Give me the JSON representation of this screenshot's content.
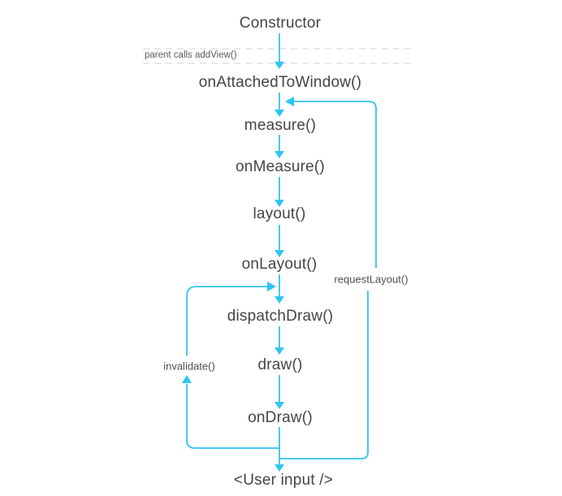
{
  "diagram": {
    "type": "flowchart",
    "nodes": {
      "constructor": "Constructor",
      "on_attached_to_window": "onAttachedToWindow()",
      "measure": "measure()",
      "on_measure": "onMeasure()",
      "layout": "layout()",
      "on_layout": "onLayout()",
      "dispatch_draw": "dispatchDraw()",
      "draw": "draw()",
      "on_draw": "onDraw()",
      "user_input": "<User input />"
    },
    "edge_labels": {
      "parent_calls_add_view": "parent calls addView()",
      "request_layout": "requestLayout()",
      "invalidate": "invalidate()"
    },
    "colors": {
      "arrow": "#2fc4f3",
      "node_text": "#454545",
      "label_text": "#4d4d4d",
      "dashed_line": "#d9d9d9",
      "background": "#ffffff"
    }
  }
}
